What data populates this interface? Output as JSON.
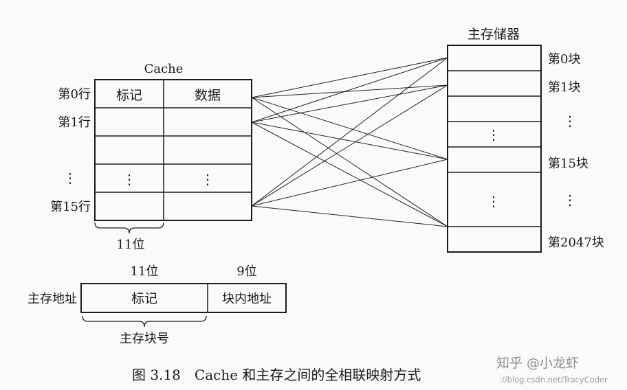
{
  "cache": {
    "title": "Cache",
    "header_tag": "标记",
    "header_data": "数据",
    "rows": [
      "第0行",
      "第1行",
      "",
      "⋮",
      "第15行"
    ],
    "dots": "⋮",
    "bits": "11位"
  },
  "memory": {
    "title": "主存储器",
    "blocks": [
      "第0块",
      "第1块",
      "⋮",
      "",
      "第15块",
      "⋮",
      "",
      "第2047块"
    ],
    "dots": "⋮"
  },
  "address": {
    "label": "主存地址",
    "tag_bits": "11位",
    "offset_bits": "9位",
    "tag_field": "标记",
    "offset_field": "块内地址",
    "block_no": "主存块号"
  },
  "caption": "图 3.18　Cache 和主存之间的全相联映射方式",
  "watermark": {
    "zhihu": "知乎 @小龙虾",
    "url": "://blog.csdn.net/TracyCoder"
  },
  "mapping": {
    "cache_rows": [
      0,
      1,
      4
    ],
    "memory_blocks": [
      0,
      1,
      4,
      7
    ]
  }
}
